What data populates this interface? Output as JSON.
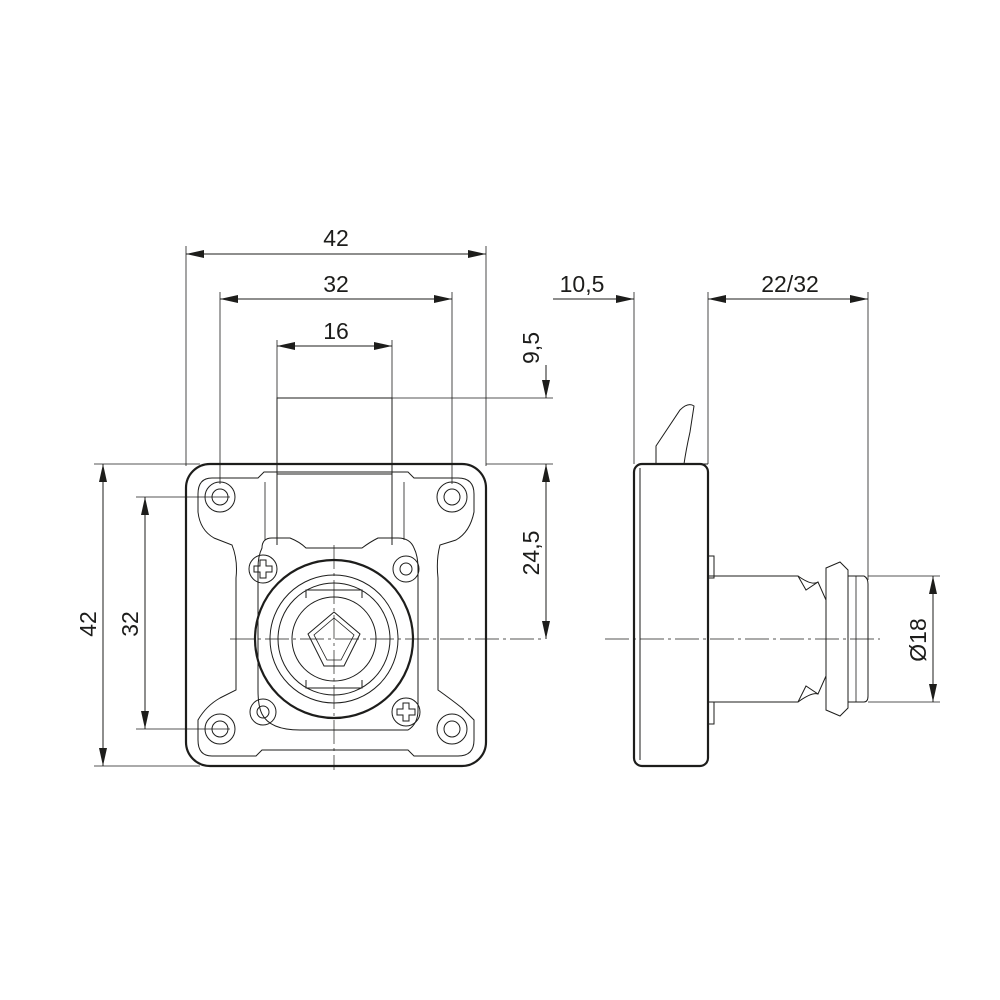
{
  "dimensions": {
    "width_overall": "42",
    "hole_spacing_h": "32",
    "bolt_width": "16",
    "bolt_projection": "9,5",
    "offset_to_center": "24,5",
    "height_overall": "42",
    "hole_spacing_v": "32",
    "body_depth": "10,5",
    "cylinder_length": "22/32",
    "cylinder_diameter": "Ø18"
  },
  "colors": {
    "line": "#1d1d1b",
    "background": "#ffffff"
  }
}
